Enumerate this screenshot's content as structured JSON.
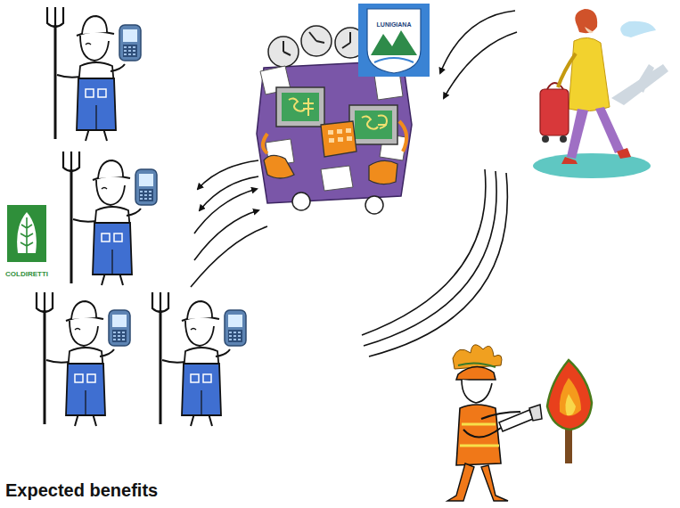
{
  "diagram": {
    "nodes": [
      {
        "text": [
          "LUNIGIANA"
        ]
      },
      {
        "text": [
          "COLDIRETTI"
        ]
      }
    ],
    "labels": [
      "Expected benefits"
    ]
  }
}
